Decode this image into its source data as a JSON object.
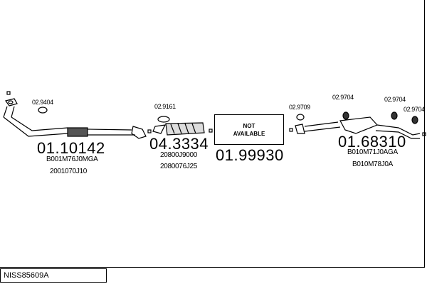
{
  "diagram_ref": "NISS85609A",
  "parts": [
    {
      "number": "01.10142",
      "oem": [
        "B001M76J0MGA",
        "2001070J10"
      ],
      "gasket": "02.9404"
    },
    {
      "number": "04.3334",
      "oem": [
        "20800J9000",
        "2080076J25"
      ],
      "gasket": "02.9161"
    },
    {
      "number": "01.99930",
      "placeholder": "NOT AVAILABLE"
    },
    {
      "number": "01.68310",
      "oem": [
        "B010M71J0AGA",
        "B010M78J0A"
      ],
      "gaskets": [
        "02.9709",
        "02.9704",
        "02.9704",
        "02.9704"
      ]
    }
  ]
}
